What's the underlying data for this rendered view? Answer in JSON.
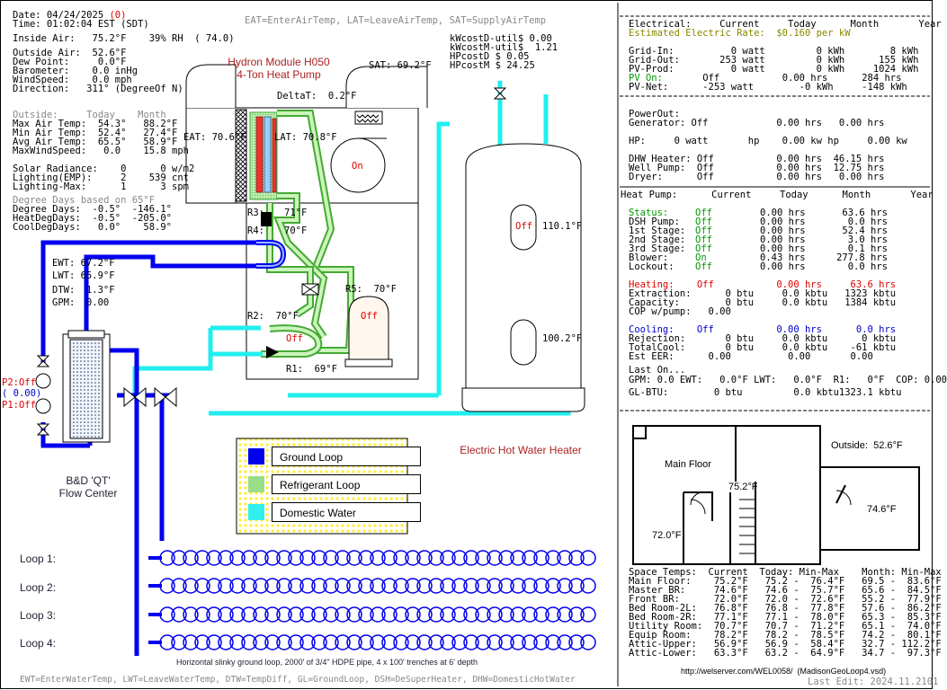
{
  "header": {
    "date_line": "Date: 04/24/2025",
    "date_flag": "(0)",
    "time_line": "Time: 01:02:04 EST (SDT)",
    "legend_top": "EAT=EnterAirTemp, LAT=LeaveAirTemp, SAT=SupplyAirTemp"
  },
  "weather": {
    "inside_air": "Inside Air:   75.2°F    39% RH  ( 74.0)",
    "lines": [
      "Outside Air:  52.6°F",
      "Dew Point:     0.0°F",
      "Barometer:    0.0 inHg",
      "WindSpeed:    0.0 mph",
      "Direction:   311° (DegreeOf N)"
    ],
    "stats_header": "Outside:     Today    Month",
    "stats": [
      "Max Air Temp:  54.3°   88.2°F",
      "Min Air Temp:  52.4°   27.4°F",
      "Avg Air Temp:  65.5°   58.9°F",
      "MaxWindSpeed:   0.0    15.8 mph"
    ],
    "solar": [
      "Solar Radiance:    0      0 w/m2",
      "Lighting(EMP):     2    539 cnt",
      "Lighting-Max:      1      3 spm"
    ],
    "degree_header": "Degree Days based on 65°F",
    "degree": [
      "Degree Days:  -0.5°  -146.1°",
      "HeatDegDays:  -0.5°  -205.0°",
      "CoolDegDays:   0.0°    58.9°"
    ]
  },
  "costs": [
    "kWcostD-util$ 0.00",
    "kWcostM-util$  1.21",
    "HPcostD $ 0.05",
    "HPcostM $ 24.25"
  ],
  "heatpump": {
    "title1": "Hydron Module H050",
    "title2": "4-Ton Heat Pump",
    "deltaT": "DeltaT:  0.2°F",
    "eat": "EAT: 70.6°F",
    "lat": "LAT: 70.8°F",
    "sat": "SAT: 69.2°F",
    "blower_state": "On",
    "r3": "R3:",
    "r3_val": "71°F",
    "r4": "R4:",
    "r4_val": "70°F",
    "r5": "R5:  70°F",
    "r2": "R2:  70°F",
    "r1": "R1:  69°F",
    "valve_state": "Off",
    "compressor_state": "Off"
  },
  "hot_water": {
    "top_state": "Off",
    "top_temp": "110.1°F",
    "bottom_temp": "100.2°F",
    "caption": "Electric Hot Water Heater"
  },
  "loop": {
    "ewt": "EWT: 67.2°F",
    "lwt": "LWT: 65.9°F",
    "dtw": "DTW:  1.3°F",
    "gpm": "GPM:  0.00",
    "p2": "P2:Off",
    "flow": "( 0.00)",
    "p1": "P1:Off",
    "flow_center_1": "B&D 'QT'",
    "flow_center_2": "Flow Center",
    "loops": [
      "Loop 1:",
      "Loop 2:",
      "Loop 3:",
      "Loop 4:"
    ],
    "note": "Horizontal slinky ground loop, 2000' of 3/4\" HDPE pipe, 4 x 100' trenches at 6' depth"
  },
  "legend": {
    "items": [
      "Ground Loop",
      "Refrigerant Loop",
      "Domestic Water"
    ],
    "colors": [
      "#0000ee",
      "#99dd88",
      "#33eeee"
    ]
  },
  "footer_left": "EWT=EnterWaterTemp, LWT=LeaveWaterTemp, DTW=TempDiff, GL=GroundLoop, DSH=DeSuperHeater, DHW=DomesticHotWater",
  "electrical": {
    "header": "Electrical:     Current     Today      Month       Year",
    "rate": "Estimated Electric Rate:  $0.160 per kW",
    "lines": [
      "Grid-In:          0 watt         0 kWh        8 kWh",
      "Grid-Out:       253 watt         0 kWh      155 kWh",
      "PV-Prod:          0 watt         0 kWh     1024 kWh"
    ],
    "pv_on": "PV On:",
    "pv_on_rest": "       Off           0.00 hrs      284 hrs",
    "pv_net": "PV-Net:      -253 watt        -0 kWh     -148 kWh",
    "powerout": "PowerOut:",
    "generator": "Generator: Off            0.00 hrs   0.00 hrs",
    "hp_line": "HP:     0 watt       hp    0.00 kw hp     0.00 kw",
    "misc": [
      "DHW Heater: Off           0.00 hrs  46.15 hrs",
      "Well Pump:  Off           0.00 hrs  12.75 hrs",
      "Dryer:      Off           0.00 hrs   0.00 hrs"
    ]
  },
  "heat_pump_stats": {
    "header": "Heat Pump:      Current     Today      Month       Year",
    "status": [
      [
        "Status:",
        "Off",
        "0.00 hrs",
        "63.6 hrs"
      ],
      [
        "DSH Pump:",
        "Off",
        "0.00 hrs",
        "0.0 hrs"
      ],
      [
        "1st Stage:",
        "Off",
        "0.00 hrs",
        "52.4 hrs"
      ],
      [
        "2nd Stage:",
        "Off",
        "0.00 hrs",
        "3.0 hrs"
      ],
      [
        "3rd Stage:",
        "Off",
        "0.00 hrs",
        "0.1 hrs"
      ],
      [
        "Blower:",
        "On",
        "0.43 hrs",
        "277.8 hrs"
      ],
      [
        "Lockout:",
        "Off",
        "0.00 hrs",
        "0.0 hrs"
      ]
    ],
    "heating": "Heating:",
    "heating_rest": "    Off           0.00 hrs     63.6 hrs",
    "heating_lines": [
      "Extraction:      0 btu     0.0 kbtu   1323 kbtu",
      "Capacity:        0 btu     0.0 kbtu   1384 kbtu",
      "COP w/pump:   0.00"
    ],
    "cooling": "Cooling:",
    "cooling_rest": "    Off           0.00 hrs      0.0 hrs",
    "cooling_lines": [
      "Rejection:       0 btu     0.0 kbtu      0 kbtu",
      "TotalCool:       0 btu     0.0 kbtu    -61 kbtu",
      "Est EER:      0.00          0.00       0.00"
    ],
    "last_on": "Last On...",
    "last_line": "GPM: 0.0 EWT:   0.0°F LWT:   0.0°F  R1:   0°F  COP: 0.00",
    "gl_btu": "GL-BTU:        0 btu         0.0 kbtu1323.1 kbtu"
  },
  "house": {
    "main_floor": "Main Floor",
    "outside": "Outside:  52.6°F",
    "t1": "75.2°F",
    "t2": "72.0°F",
    "t3": "74.6°F"
  },
  "space_temps": {
    "header": "Space Temps:  Current  Today: Min-Max    Month: Min-Max",
    "rows": [
      "Main Floor:    75.2°F   75.2 -  76.4°F   69.5 -  83.6°F",
      "Master BR:     74.6°F   74.6 -  75.7°F   65.6 -  84.5°F",
      "Front BR:      72.0°F   72.0 -  72.6°F   55.2 -  77.9°F",
      "Bed Room-2L:   76.8°F   76.8 -  77.8°F   57.6 -  86.2°F",
      "Bed Room-2R:   77.1°F   77.1 -  78.0°F   65.3 -  85.3°F",
      "Utility Room:  70.7°F   70.7 -  71.2°F   65.1 -  74.0°F",
      "Equip Room:    78.2°F   78.2 -  78.5°F   74.2 -  80.1°F",
      "Attic-Upper:   56.9°F   56.9 -  58.4°F   32.7 - 112.2°F",
      "Attic-Lower:   63.3°F   63.2 -  64.9°F   34.7 -  97.3°F"
    ]
  },
  "url": "http://welserver.com/WEL0058/  (MadisonGeoLoop4.vsd)",
  "last_edit": "Last Edit: 2024.11.2101"
}
